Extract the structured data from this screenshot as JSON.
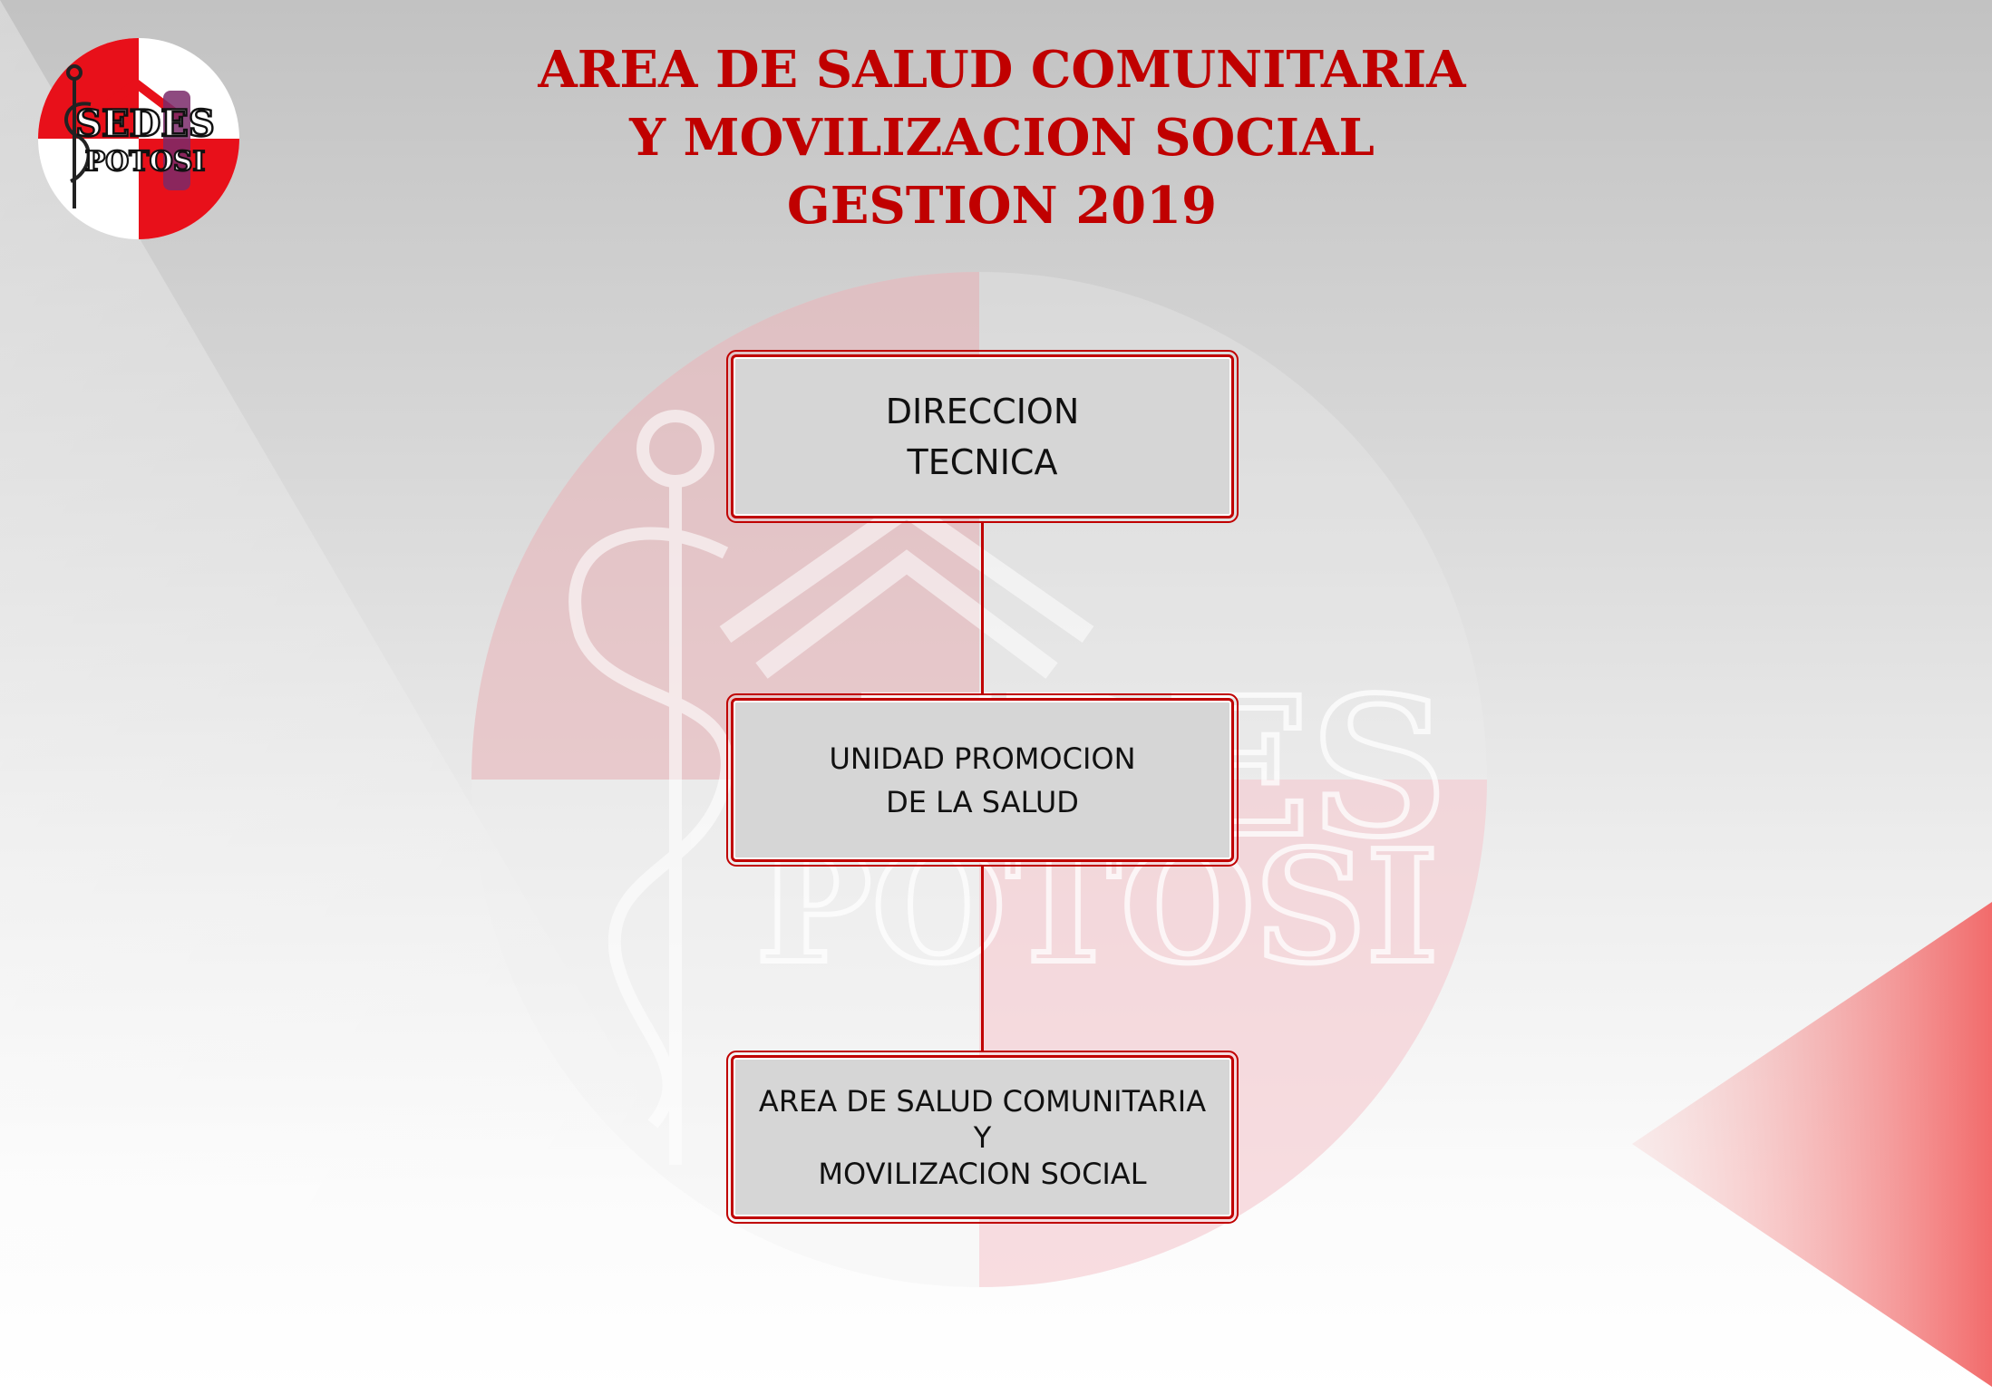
{
  "header": {
    "title_lines": [
      "AREA DE SALUD COMUNITARIA",
      "Y MOVILIZACION SOCIAL",
      "GESTION 2019"
    ]
  },
  "logo": {
    "text_line_1": "SEDES",
    "text_line_2": "POTOSI"
  },
  "watermark": {
    "text_line_1": "SEDES",
    "text_line_2": "POTOSI"
  },
  "org_chart": {
    "nodes": [
      {
        "lines": [
          "DIRECCION",
          "TECNICA"
        ]
      },
      {
        "lines": [
          "UNIDAD PROMOCION",
          "DE LA SALUD"
        ]
      },
      {
        "lines": [
          "AREA DE SALUD COMUNITARIA",
          "Y",
          "MOVILIZACION SOCIAL"
        ]
      }
    ]
  },
  "colors": {
    "accent_red": "#c00000",
    "box_fill": "#d6d6d6",
    "triangle_red": "#f07070"
  }
}
